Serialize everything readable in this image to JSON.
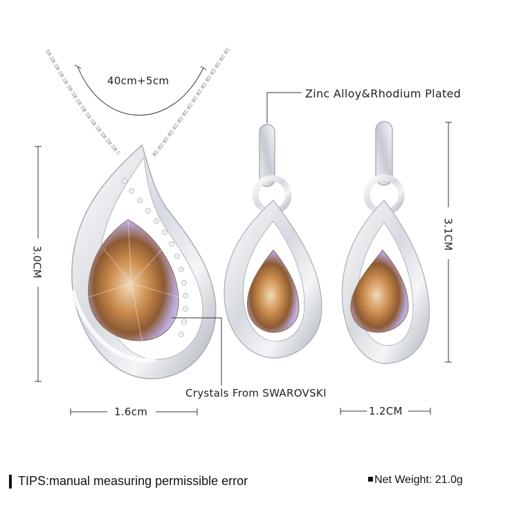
{
  "labels": {
    "chain_length": "40cm+5cm",
    "material": "Zinc Alloy&Rhodium Plated",
    "pendant_height": "3.0CM",
    "earring_height": "3.1CM",
    "crystals": "Crystals From SWAROVSKI",
    "pendant_width": "1.6cm",
    "earring_width": "1.2CM"
  },
  "footer": {
    "tips": "TIPS:manual measuring permissible error",
    "weight": "Net Weight: 21.0g"
  },
  "colors": {
    "background": "#ffffff",
    "silver": "#d9dce2",
    "crystal_amber": "#b8763a",
    "crystal_iridescent": "#a8b8e8",
    "dimension_line": "#333333"
  }
}
